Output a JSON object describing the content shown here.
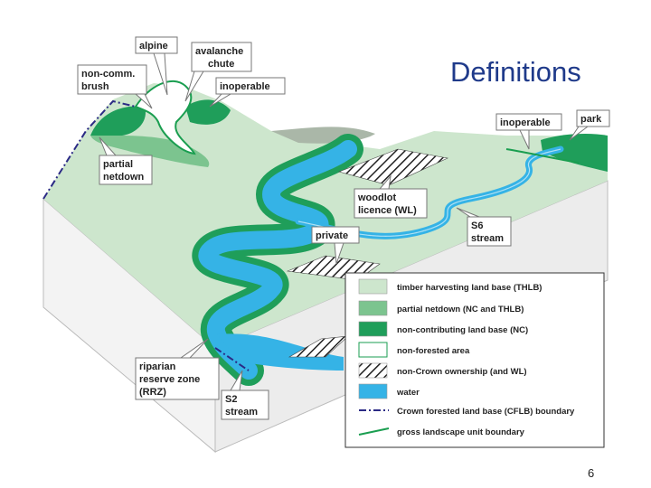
{
  "slide": {
    "title": "Definitions",
    "page_number": "6"
  },
  "labels": {
    "alpine": "alpine",
    "avalanche_1": "avalanche",
    "avalanche_2": "chute",
    "noncomm_1": "non-comm.",
    "noncomm_2": "brush",
    "inoperable_left": "inoperable",
    "partial_1": "partial",
    "partial_2": "netdown",
    "inoperable_right": "inoperable",
    "park": "park",
    "woodlot_1": "woodlot",
    "woodlot_2": "licence (WL)",
    "s6_1": "S6",
    "s6_2": "stream",
    "private": "private",
    "riparian_1": "riparian",
    "riparian_2": "reserve zone",
    "riparian_3": "(RRZ)",
    "s2_1": "S2",
    "s2_2": "stream"
  },
  "legend": {
    "items": [
      {
        "label": "timber harvesting land base (THLB)",
        "swatch": "thlb"
      },
      {
        "label": "partial netdown (NC and THLB)",
        "swatch": "partial"
      },
      {
        "label": "non-contributing land base (NC)",
        "swatch": "nc"
      },
      {
        "label": "non-forested area",
        "swatch": "nonforest"
      },
      {
        "label": "non-Crown ownership (and WL)",
        "swatch": "hatch"
      },
      {
        "label": "water",
        "swatch": "water"
      },
      {
        "label": "Crown forested land base (CFLB) boundary",
        "swatch": "cflb-line"
      },
      {
        "label": "gross landscape unit boundary",
        "swatch": "glu-line"
      }
    ]
  },
  "colors": {
    "thlb": "#cde6cd",
    "partial": "#7cc48f",
    "nc": "#1f9e5a",
    "water": "#35b3e6",
    "cflb_line": "#2b2a85",
    "glu_line": "#1a9e50",
    "side_face": "#f2f2f2",
    "title": "#1f3a8a"
  }
}
